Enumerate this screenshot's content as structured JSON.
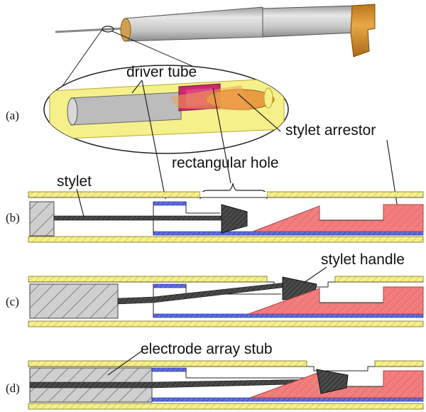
{
  "labels": {
    "driver_tube": "driver tube",
    "stylet_arrestor": "stylet arrestor",
    "rectangular_hole": "rectangular hole",
    "stylet": "stylet",
    "stylet_handle": "stylet handle",
    "electrode_array_stub": "electrode array stub"
  },
  "panels": [
    "(a)",
    "(b)",
    "(c)",
    "(d)"
  ],
  "colors": {
    "yellow_tube": "#f6f08a",
    "gray_tube": "#c8c8c8",
    "orange_handle": "#d9942a",
    "pink_hole": "#cc2a6e",
    "red_arrestor": "#f08080",
    "blue_wall": "#3a4fd0",
    "dark_stylet": "#3a3a3a"
  }
}
